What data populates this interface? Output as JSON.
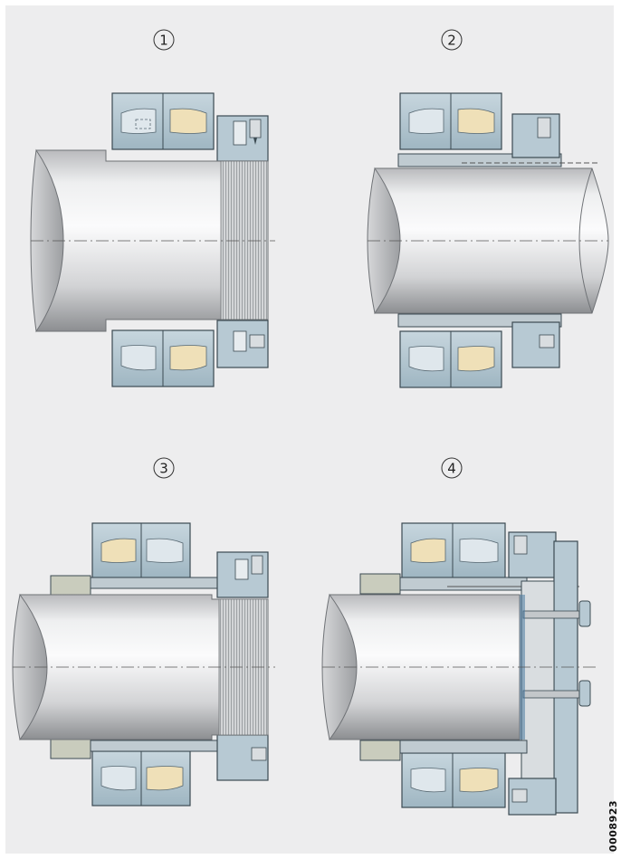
{
  "figure_code": "0008923",
  "panels": [
    {
      "label": "1"
    },
    {
      "label": "2"
    },
    {
      "label": "3"
    },
    {
      "label": "4"
    }
  ],
  "colors": {
    "background": "#ededee",
    "shaft_light": "#f7f7f8",
    "shaft_mid": "#cfd0d2",
    "shaft_dark": "#8e9093",
    "bearing": "#b7c9d3",
    "bearing_dark": "#7f98a6",
    "roller": "#efe0b8",
    "outline": "#3b4a52",
    "sleeve": "#c0cbd1",
    "spacer": "#c9ccbd"
  }
}
